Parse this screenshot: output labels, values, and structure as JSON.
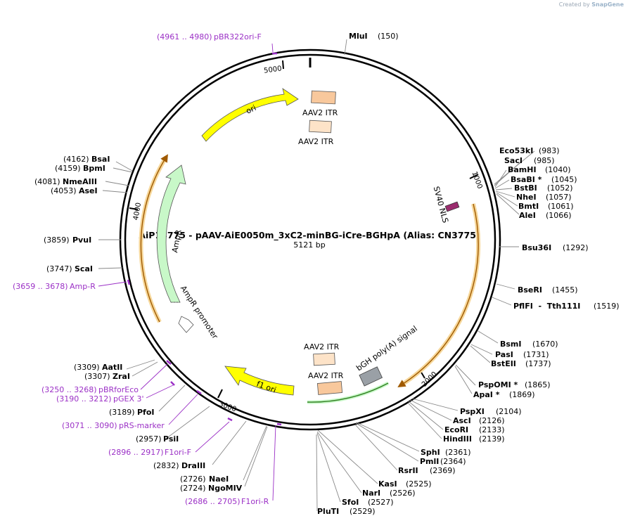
{
  "credit": {
    "created_by": "Created by",
    "brand": "SnapGene"
  },
  "title": "AiP13775 - pAAV-AiE0050m_3xC2-minBG-iCre-BGHpA (Alias: CN3775)",
  "length": "5121 bp",
  "ticks": [
    "1000",
    "2000",
    "3000",
    "4000",
    "5000"
  ],
  "features": {
    "ori": "ori",
    "aav2_itr_top1": "AAV2 ITR",
    "aav2_itr_top2": "AAV2 ITR",
    "sv40_nls": "SV40 NLS",
    "ampr": "AmpR",
    "ampr_promoter": "AmpR promoter",
    "f1_ori": "f1 ori",
    "aav2_itr_bot1": "AAV2 ITR",
    "aav2_itr_bot2": "AAV2 ITR",
    "bgh": "bGH poly(A) signal"
  },
  "sites_right": [
    {
      "name": "MluI",
      "pos": "(150)"
    },
    {
      "name": "Eco53kI",
      "pos": "(983)"
    },
    {
      "name": "SacI",
      "pos": "(985)"
    },
    {
      "name": "BamHI",
      "pos": "(1040)"
    },
    {
      "name": "BsaBI *",
      "pos": "(1045)"
    },
    {
      "name": "BstBI",
      "pos": "(1052)"
    },
    {
      "name": "NheI",
      "pos": "(1057)"
    },
    {
      "name": "BmtI",
      "pos": "(1061)"
    },
    {
      "name": "AleI",
      "pos": "(1066)"
    },
    {
      "name": "Bsu36I",
      "pos": "(1292)"
    },
    {
      "name": "BseRI",
      "pos": "(1455)"
    },
    {
      "name": "PflFI  -  Tth111I",
      "pos": "(1519)"
    },
    {
      "name": "BsmI",
      "pos": "(1670)"
    },
    {
      "name": "PasI",
      "pos": "(1731)"
    },
    {
      "name": "BstEII",
      "pos": "(1737)"
    },
    {
      "name": "PspOMI *",
      "pos": "(1865)"
    },
    {
      "name": "ApaI *",
      "pos": "(1869)"
    },
    {
      "name": "PspXI",
      "pos": "(2104)"
    },
    {
      "name": "AscI",
      "pos": "(2126)"
    },
    {
      "name": "EcoRI",
      "pos": "(2133)"
    },
    {
      "name": "HindIII",
      "pos": "(2139)"
    },
    {
      "name": "SphI",
      "pos": "(2361)"
    },
    {
      "name": "PmlI",
      "pos": "(2364)"
    },
    {
      "name": "RsrII",
      "pos": "(2369)"
    },
    {
      "name": "KasI",
      "pos": "(2525)"
    },
    {
      "name": "NarI",
      "pos": "(2526)"
    },
    {
      "name": "SfoI",
      "pos": "(2527)"
    },
    {
      "name": "PluTI",
      "pos": "(2529)"
    }
  ],
  "sites_left": [
    {
      "pos": "(4162)",
      "name": "BsaI"
    },
    {
      "pos": "(4159)",
      "name": "BpmI"
    },
    {
      "pos": "(4081)",
      "name": "NmeAIII"
    },
    {
      "pos": "(4053)",
      "name": "AseI"
    },
    {
      "pos": "(3859)",
      "name": "PvuI"
    },
    {
      "pos": "(3747)",
      "name": "ScaI"
    },
    {
      "pos": "(3309)",
      "name": "AatII"
    },
    {
      "pos": "(3307)",
      "name": "ZraI"
    },
    {
      "pos": "(3189)",
      "name": "PfoI"
    },
    {
      "pos": "(2957)",
      "name": "PsiI"
    },
    {
      "pos": "(2832)",
      "name": "DraIII"
    },
    {
      "pos": "(2726)",
      "name": "NaeI"
    },
    {
      "pos": "(2724)",
      "name": "NgoMIV"
    }
  ],
  "primers": [
    {
      "range": "(4961 .. 4980)",
      "name": "pBR322ori-F"
    },
    {
      "range": "(3659 .. 3678)",
      "name": "Amp-R"
    },
    {
      "range": "(3250 .. 3268)",
      "name": "pBRforEco"
    },
    {
      "range": "(3190 .. 3212)",
      "name": "pGEX 3'"
    },
    {
      "range": "(3071 .. 3090)",
      "name": "pRS-marker"
    },
    {
      "range": "(2896 .. 2917)",
      "name": "F1ori-F"
    },
    {
      "range": "(2686 .. 2705)",
      "name": "F1ori-R"
    }
  ],
  "colors": {
    "ori": "#ffff00",
    "itr_dark": "#f8c89c",
    "itr_light": "#fde3c8",
    "ampr": "#c8f8c8",
    "bgh": "#9aa0a6",
    "sv40": "#9b2c6e",
    "cds": "#f5c36b",
    "primer": "#9b30c6"
  }
}
